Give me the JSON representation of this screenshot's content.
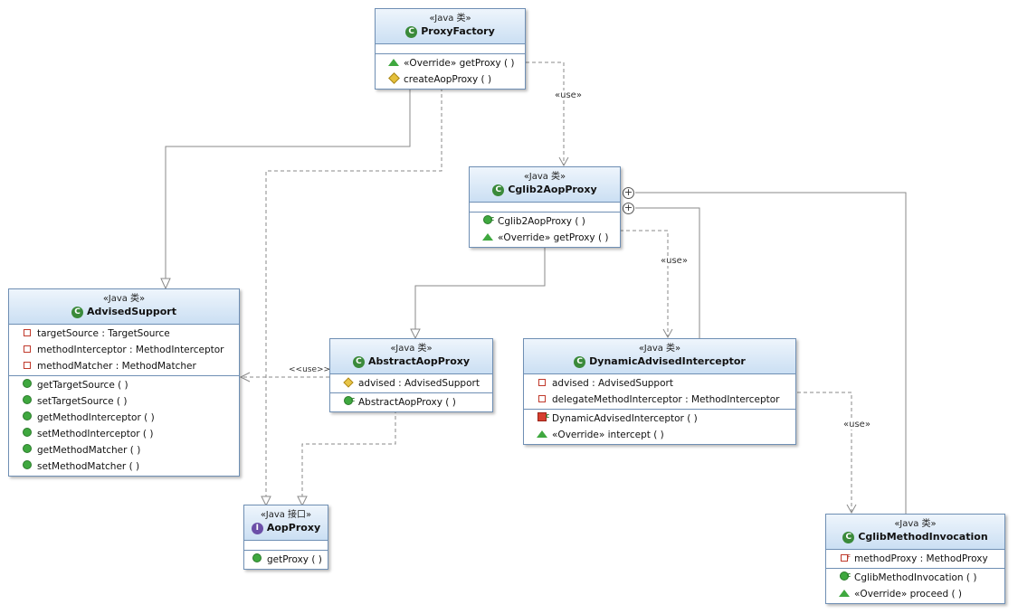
{
  "stereotypes": {
    "java_class": "«Java 类»",
    "java_interface": "«Java 接口»"
  },
  "classes": {
    "proxy_factory": {
      "name": "ProxyFactory",
      "methods": [
        "«Override» getProxy ( )",
        "createAopProxy ( )"
      ]
    },
    "cglib2_aop_proxy": {
      "name": "Cglib2AopProxy",
      "methods": [
        "Cglib2AopProxy ( )",
        "«Override» getProxy ( )"
      ]
    },
    "advised_support": {
      "name": "AdvisedSupport",
      "fields": [
        "targetSource : TargetSource",
        "methodInterceptor : MethodInterceptor",
        "methodMatcher : MethodMatcher"
      ],
      "methods": [
        "getTargetSource ( )",
        "setTargetSource ( )",
        "getMethodInterceptor ( )",
        "setMethodInterceptor ( )",
        "getMethodMatcher ( )",
        "setMethodMatcher ( )"
      ]
    },
    "abstract_aop_proxy": {
      "name": "AbstractAopProxy",
      "fields": [
        "advised : AdvisedSupport"
      ],
      "methods": [
        "AbstractAopProxy ( )"
      ]
    },
    "dynamic_advised_interceptor": {
      "name": "DynamicAdvisedInterceptor",
      "fields": [
        "advised : AdvisedSupport",
        "delegateMethodInterceptor : MethodInterceptor"
      ],
      "methods": [
        "DynamicAdvisedInterceptor ( )",
        "«Override» intercept ( )"
      ]
    },
    "aop_proxy": {
      "name": "AopProxy",
      "methods": [
        "getProxy ( )"
      ]
    },
    "cglib_method_invocation": {
      "name": "CglibMethodInvocation",
      "fields": [
        "methodProxy : MethodProxy"
      ],
      "methods": [
        "CglibMethodInvocation ( )",
        "«Override» proceed ( )"
      ]
    }
  },
  "connector_labels": {
    "factory_to_cglib": "«use»",
    "cglib_to_interceptor": "«use»",
    "abstract_to_advised": "<<use>>",
    "interceptor_to_invocation": "«use»"
  },
  "colors": {
    "border": "#6f8fb4",
    "header_top": "#eef5fc",
    "header_bottom": "#cbdff3",
    "line": "#8a8a8a",
    "class_icon": "#3a8a3a",
    "interface_icon": "#6b4fa8"
  },
  "icons": {
    "class": "class-icon",
    "interface": "interface-icon",
    "public_method": "public-method-icon",
    "constructor": "constructor-icon",
    "override": "override-method-icon",
    "private_field": "private-field-icon",
    "protected_field": "protected-field-icon",
    "nested": "nested-class-plus-icon"
  }
}
